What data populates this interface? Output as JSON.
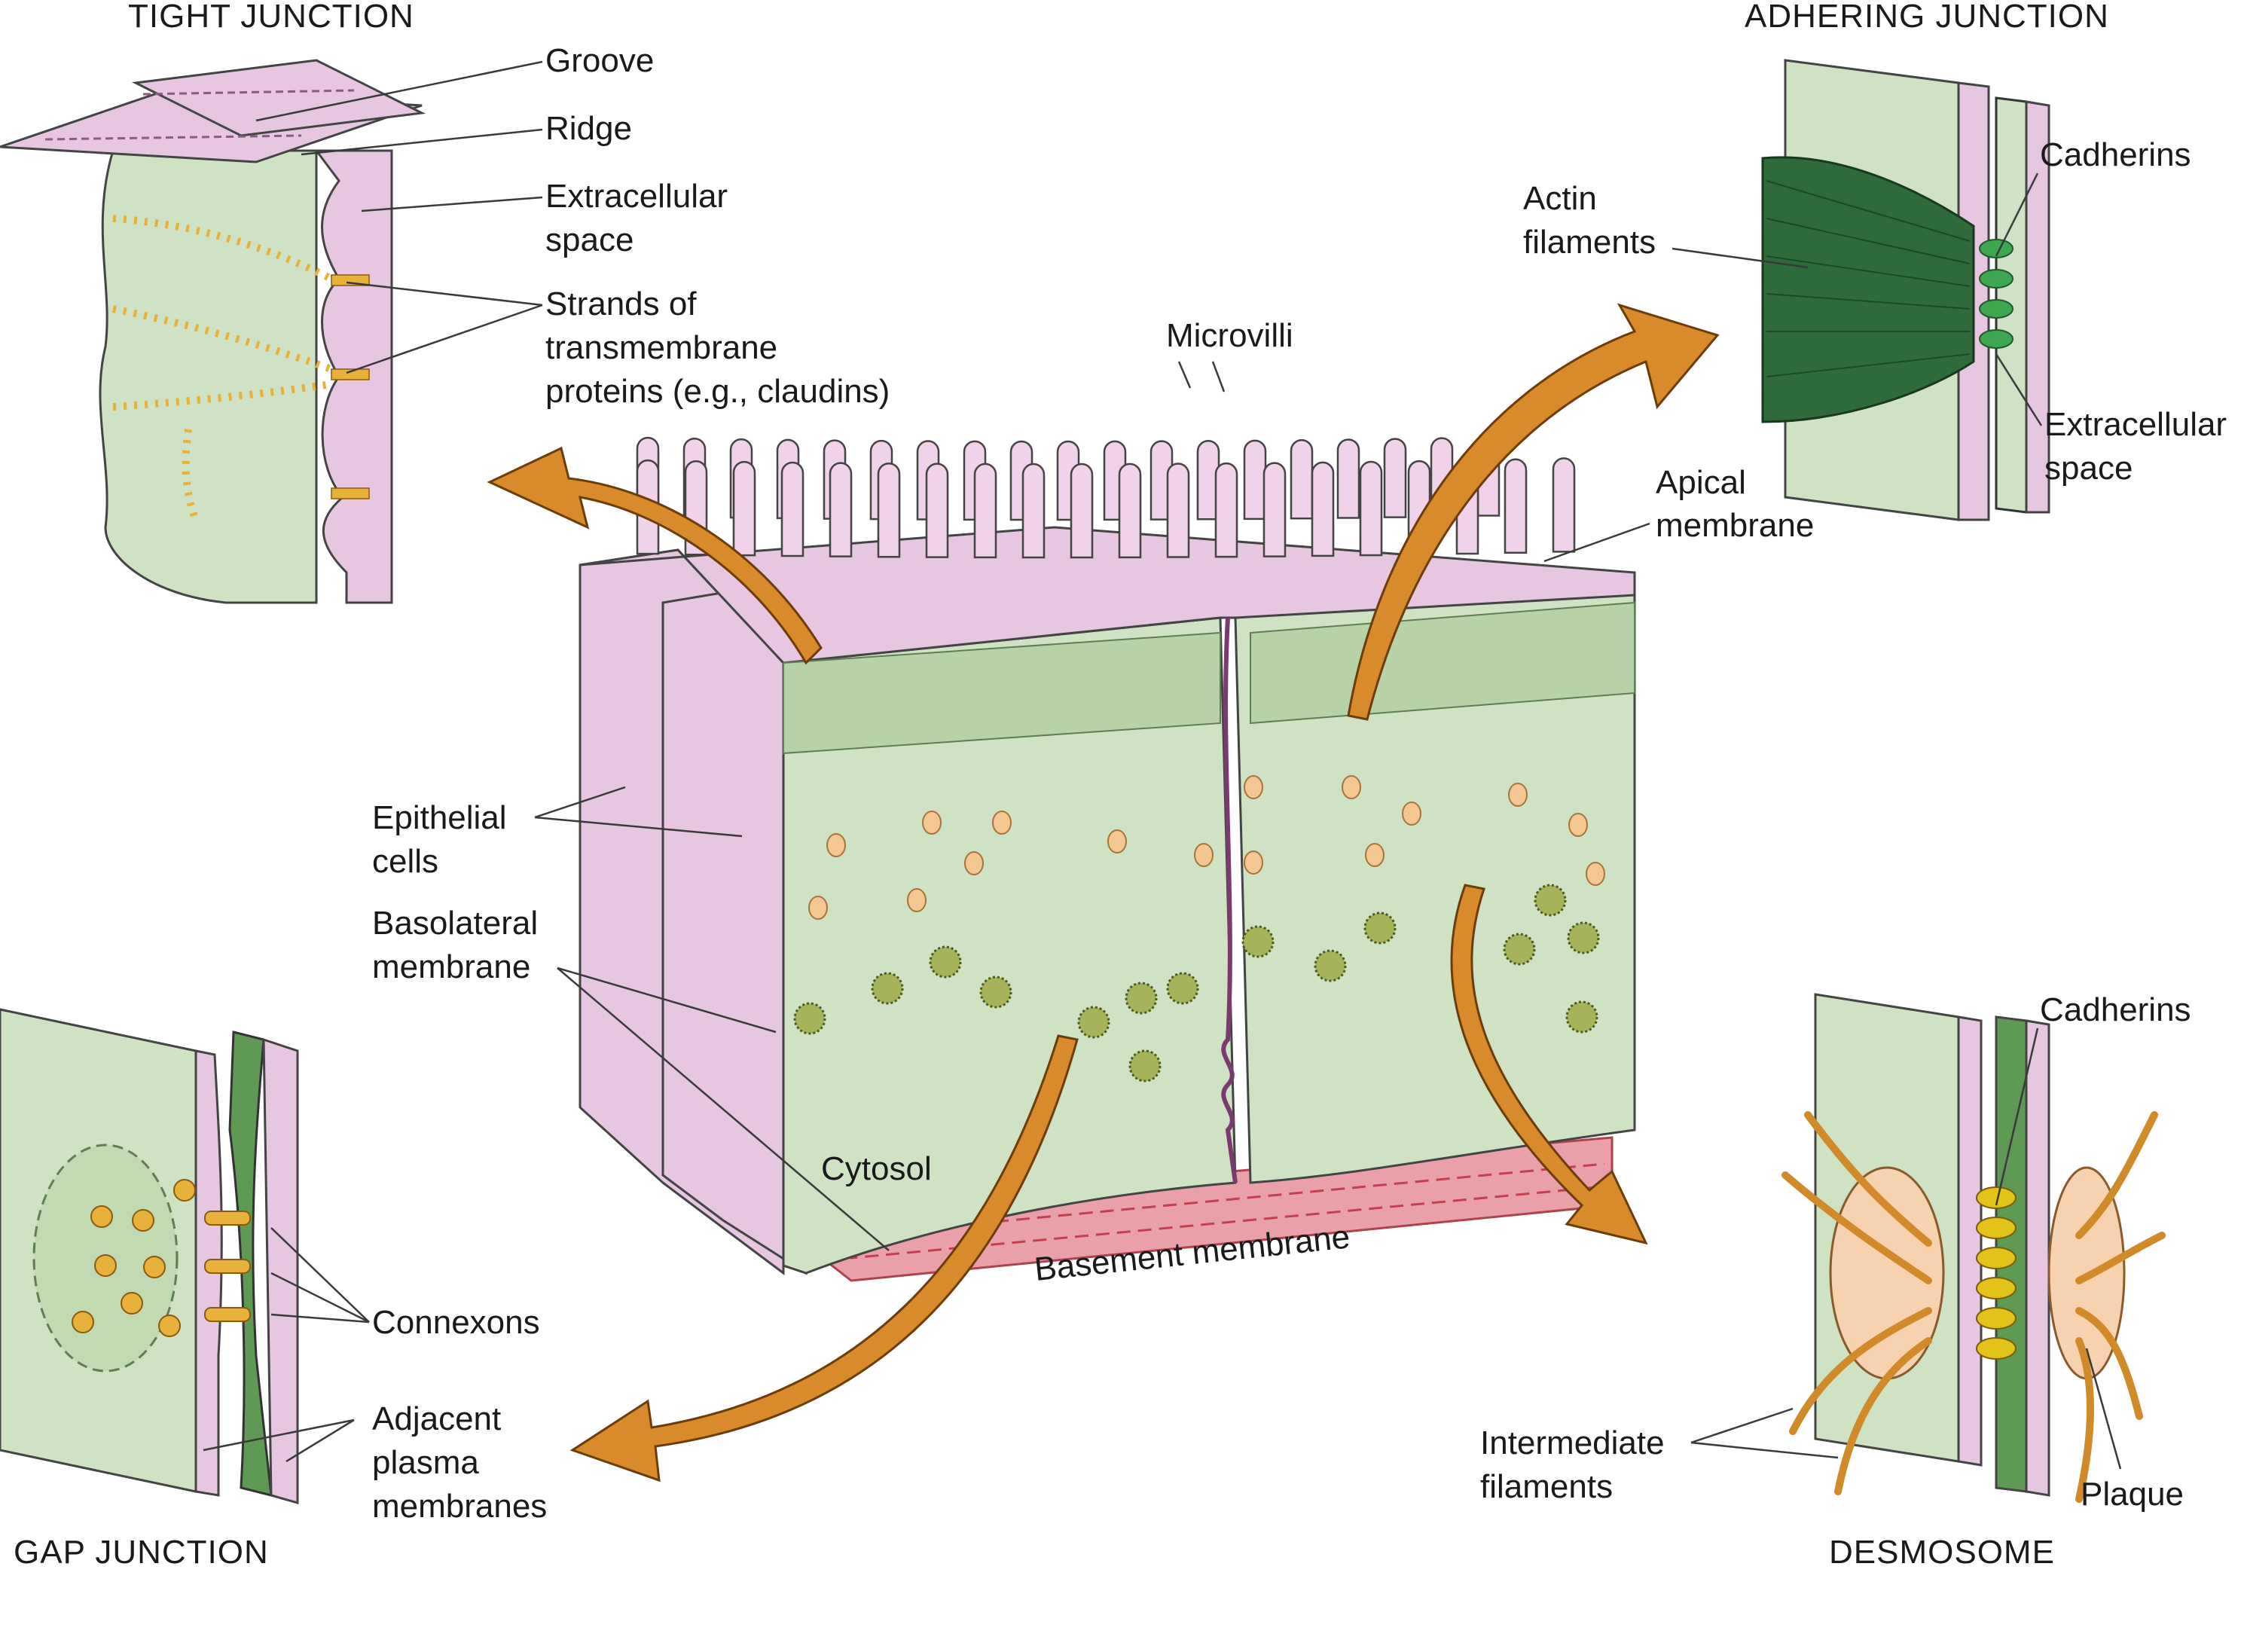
{
  "titles": {
    "tight": "TIGHT JUNCTION",
    "adhering": "ADHERING JUNCTION",
    "gap": "GAP JUNCTION",
    "desmosome": "DESMOSOME"
  },
  "tight_labels": {
    "groove": "Groove",
    "ridge": "Ridge",
    "extracellular_1": "Extracellular",
    "extracellular_2": "space",
    "strands_1": "Strands of",
    "strands_2": "transmembrane",
    "strands_3": "proteins (e.g., claudins)"
  },
  "adhering_labels": {
    "cadherins": "Cadherins",
    "actin_1": "Actin",
    "actin_2": "filaments",
    "extracellular_1": "Extracellular",
    "extracellular_2": "space"
  },
  "center_labels": {
    "microvilli": "Microvilli",
    "apical_1": "Apical",
    "apical_2": "membrane",
    "epithelial_1": "Epithelial",
    "epithelial_2": "cells",
    "basolateral_1": "Basolateral",
    "basolateral_2": "membrane",
    "cytosol": "Cytosol",
    "basement": "Basement membrane"
  },
  "gap_labels": {
    "connexons": "Connexons",
    "adjacent_1": "Adjacent",
    "adjacent_2": "plasma",
    "adjacent_3": "membranes"
  },
  "desmosome_labels": {
    "cadherins": "Cadherins",
    "intermediate_1": "Intermediate",
    "intermediate_2": "filaments",
    "plaque": "Plaque"
  },
  "colors": {
    "membrane": "#e6c6e0",
    "cytosol": "#cfe3c4",
    "junction_protein": "#e8b23a",
    "arrow": "#d98a2b",
    "basement": "#e9a0a8",
    "actin": "#2f6a3a"
  }
}
